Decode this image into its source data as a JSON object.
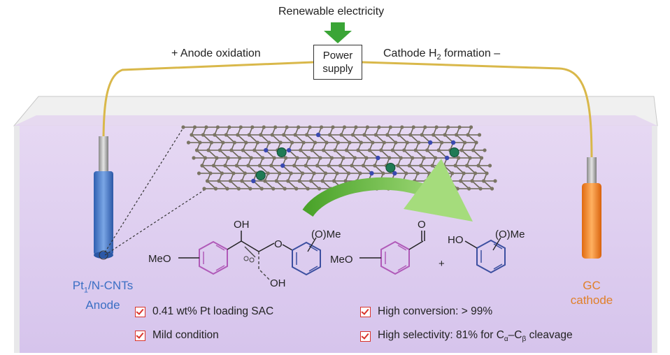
{
  "top": {
    "renewable": "Renewable electricity",
    "power_line1": "Power",
    "power_line2": "supply",
    "anode_oxidation": "+ Anode oxidation",
    "cathode_prefix": "Cathode H",
    "cathode_sub": "2",
    "cathode_suffix": " formation –"
  },
  "electrodes": {
    "anode_line1_main": "Pt",
    "anode_line1_sub": "1",
    "anode_line1_rest": "/N-CNTs",
    "anode_line2": "Anode",
    "cathode_line1": "GC",
    "cathode_line2": "cathode"
  },
  "molecules": {
    "oh_top": "OH",
    "oh_bottom": "OH",
    "meo_left": "MeO",
    "ome_left": "(O)Me",
    "o_bridge": "O",
    "o_aldehyde": "O",
    "meo_product": "MeO",
    "plus": "+",
    "ho_product": "HO",
    "ome_product": "(O)Me"
  },
  "features": {
    "f1": "0.41 wt% Pt loading SAC",
    "f2": "Mild condition",
    "f3": "High conversion: > 99%",
    "f4_prefix": "High selectivity: 81% for C",
    "f4_sub1": "α",
    "f4_mid": "–C",
    "f4_sub2": "β",
    "f4_suffix": " cleavage"
  },
  "colors": {
    "electrolyte": "#dccdf0",
    "anode": "#4a7fd0",
    "cathode": "#f08a2a",
    "wire": "#d9b84a",
    "arrow": "#6fbf3a",
    "check": "#d9342b",
    "ring_pink": "#b05ab8",
    "ring_blue": "#3c4fa0",
    "pt_atom": "#1f7a55"
  }
}
